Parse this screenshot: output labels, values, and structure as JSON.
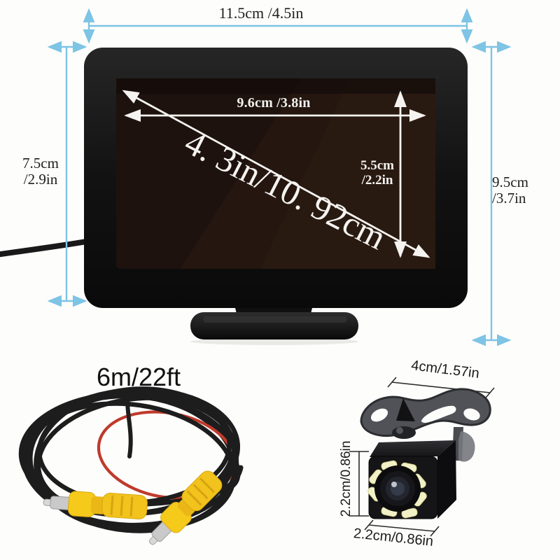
{
  "image_type": "product-dimension-diagram",
  "colors": {
    "background": "#fdfdfb",
    "dimension_blue": "#7dc4e5",
    "label_text": "#1e1e1e",
    "screen_annotation_white": "#f5f3f0",
    "connector_yellow": "#f2c21d",
    "cable_red": "#bf3a2c",
    "led_yellow": "#f2f1c6",
    "bracket_gray": "#515257"
  },
  "monitor": {
    "width_label": "11.5cm /4.5in",
    "body_height": {
      "cm": "7.5cm",
      "in": "/2.9in"
    },
    "total_height": {
      "cm": "9.5cm",
      "in": "/3.7in"
    },
    "screen": {
      "width_label": "9.6cm /3.8in",
      "height": {
        "cm": "5.5cm",
        "in": "/2.2in"
      },
      "diagonal_label": "4. 3in/10. 92cm"
    }
  },
  "video_cable": {
    "length_label": "6m/22ft"
  },
  "camera": {
    "bracket_width_label": "4cm/1.57in",
    "body_height_label": "2.2cm/0.86in",
    "body_width_label": "2.2cm/0.86in"
  }
}
